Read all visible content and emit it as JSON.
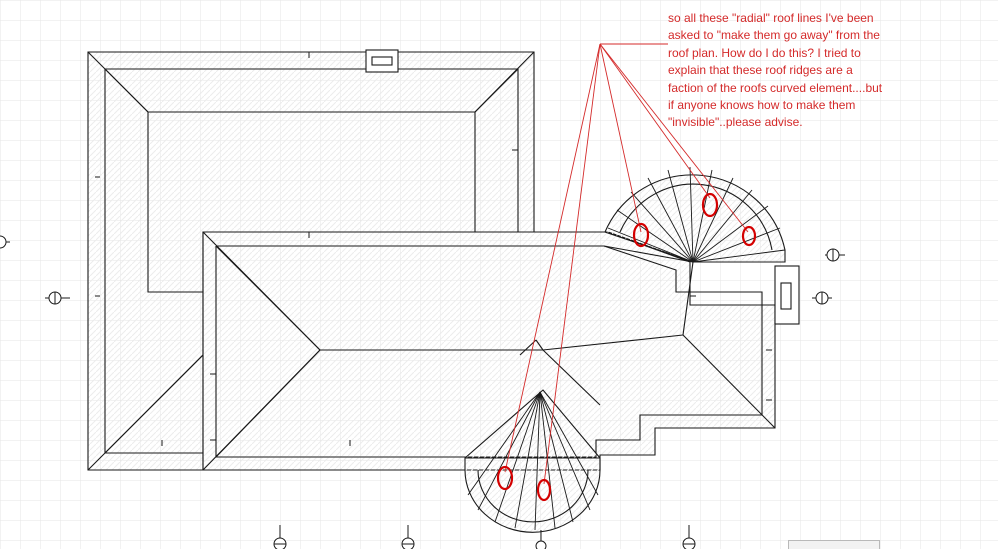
{
  "annotation": {
    "lines": [
      "so all these \"radial\" roof lines I've been",
      "asked to \"make them go away\" from the",
      "roof plan. How do I do this? I tried to",
      "explain that these roof ridges are a",
      "faction of the roofs curved element....but",
      "if anyone knows how to make them",
      "\"invisible\"..please advise."
    ]
  },
  "colors": {
    "background": "#ffffff",
    "grid": "#e6e6e6",
    "roof_line": "#1a1a1a",
    "roof_hatch": "#ececec",
    "annotation": "#d42a2a",
    "markup_ellipse": "#d40000"
  },
  "icons": {
    "section_markers": "grid-bubble-marker-icon"
  }
}
